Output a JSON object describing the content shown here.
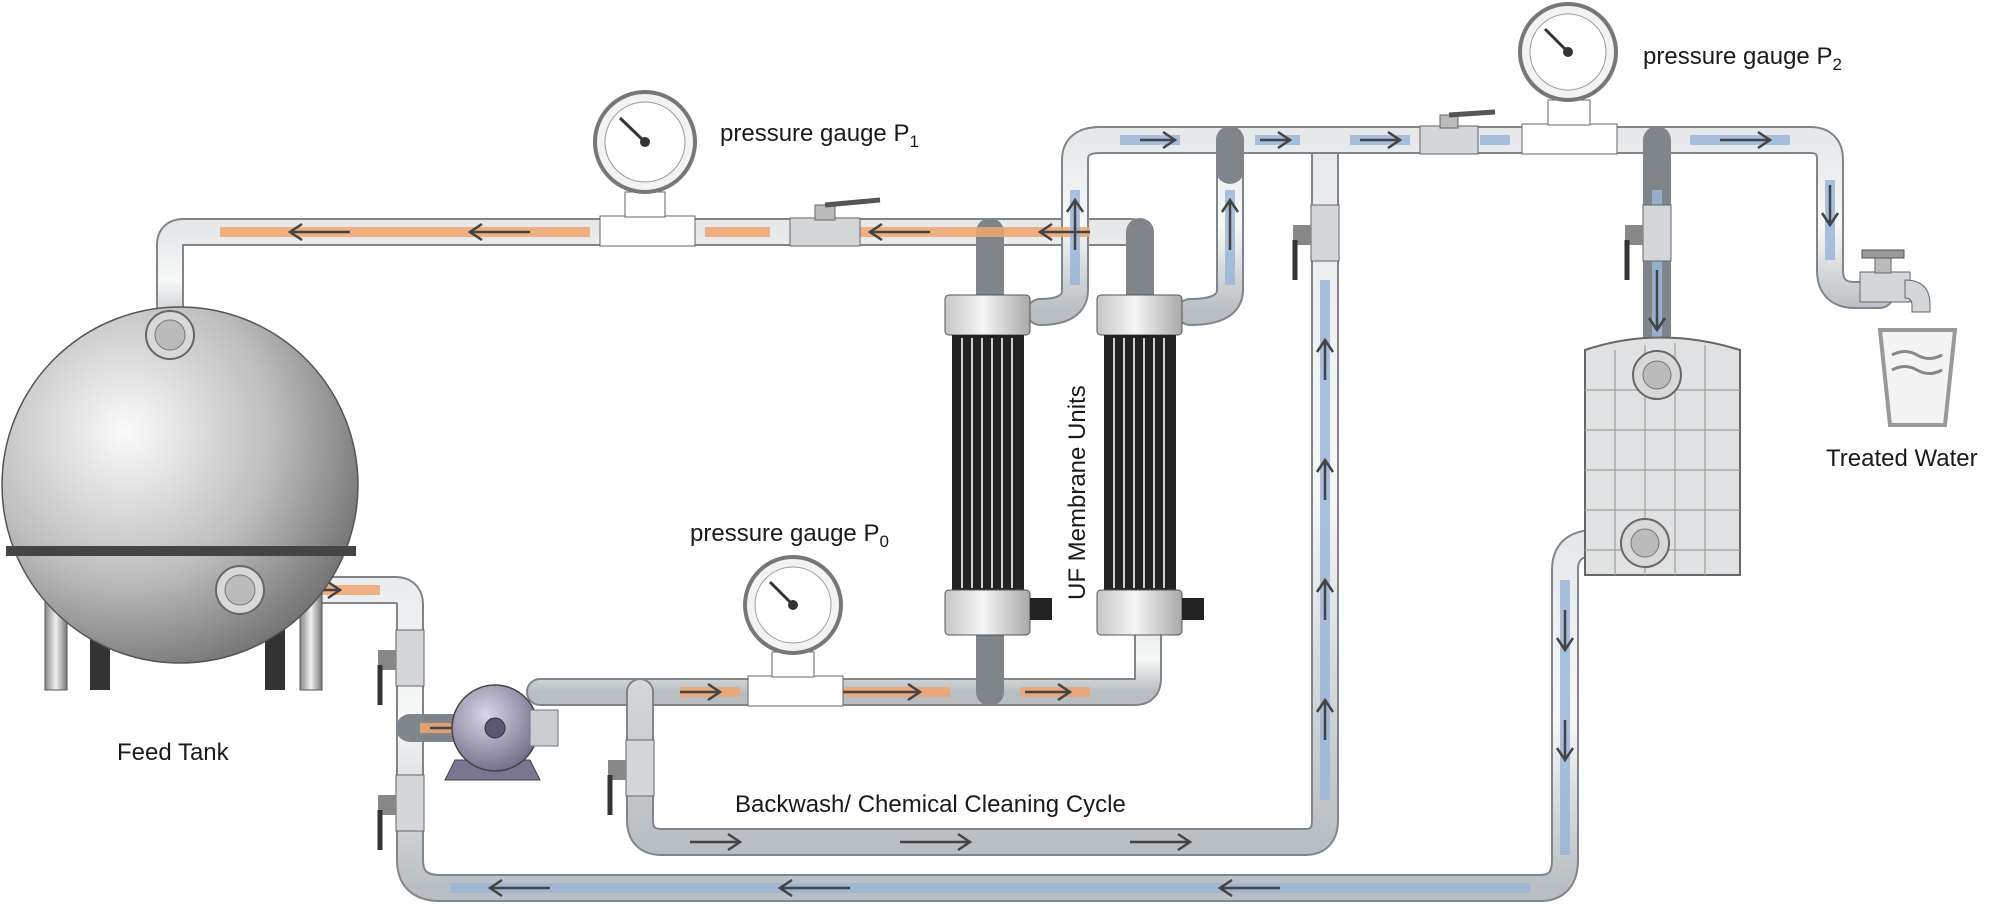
{
  "labels": {
    "feed_tank": "Feed Tank",
    "gauge_p0": "pressure gauge P",
    "gauge_p0_sub": "0",
    "gauge_p1": "pressure gauge P",
    "gauge_p1_sub": "1",
    "gauge_p2": "pressure gauge P",
    "gauge_p2_sub": "2",
    "uf_units": "UF Membrane Units",
    "backwash": "Backwash/ Chemical Cleaning Cycle",
    "treated_water": "Treated Water"
  },
  "colors": {
    "feed_flow": "#f0a46e",
    "clean_flow": "#9ab6d8",
    "pipe": "#c9cdd0",
    "pipe_edge": "#7f8589",
    "pump": "#8d88a6"
  }
}
